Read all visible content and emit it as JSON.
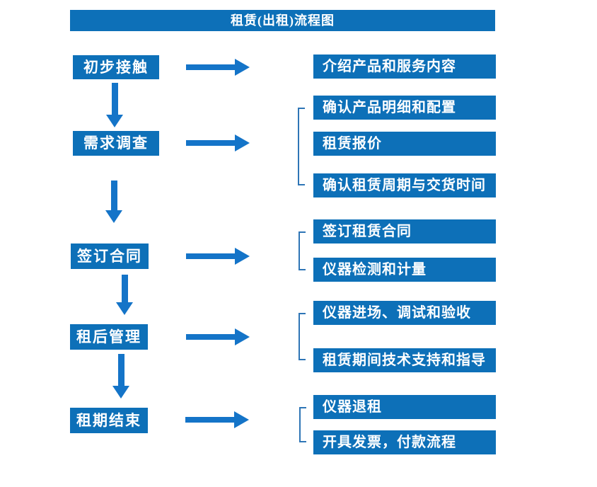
{
  "title": "租赁(出租)流程图",
  "colors": {
    "box_blue": "#0d70b8",
    "arrow_blue": "#1474c8",
    "bracket_blue": "#2e75b6",
    "text_white": "#ffffff",
    "background": "#ffffff"
  },
  "rows": [
    {
      "step": "初步接触",
      "details": [
        "介绍产品和服务内容"
      ]
    },
    {
      "step": "需求调查",
      "details": [
        "确认产品明细和配置",
        "租赁报价",
        "确认租赁周期与交货时间"
      ]
    },
    {
      "step": "签订合同",
      "details": [
        "签订租赁合同",
        "仪器检测和计量"
      ]
    },
    {
      "step": "租后管理",
      "details": [
        "仪器进场、调试和验收",
        "租赁期间技术支持和指导"
      ]
    },
    {
      "step": "租期结束",
      "details": [
        "仪器退租",
        "开具发票，付款流程"
      ]
    }
  ]
}
